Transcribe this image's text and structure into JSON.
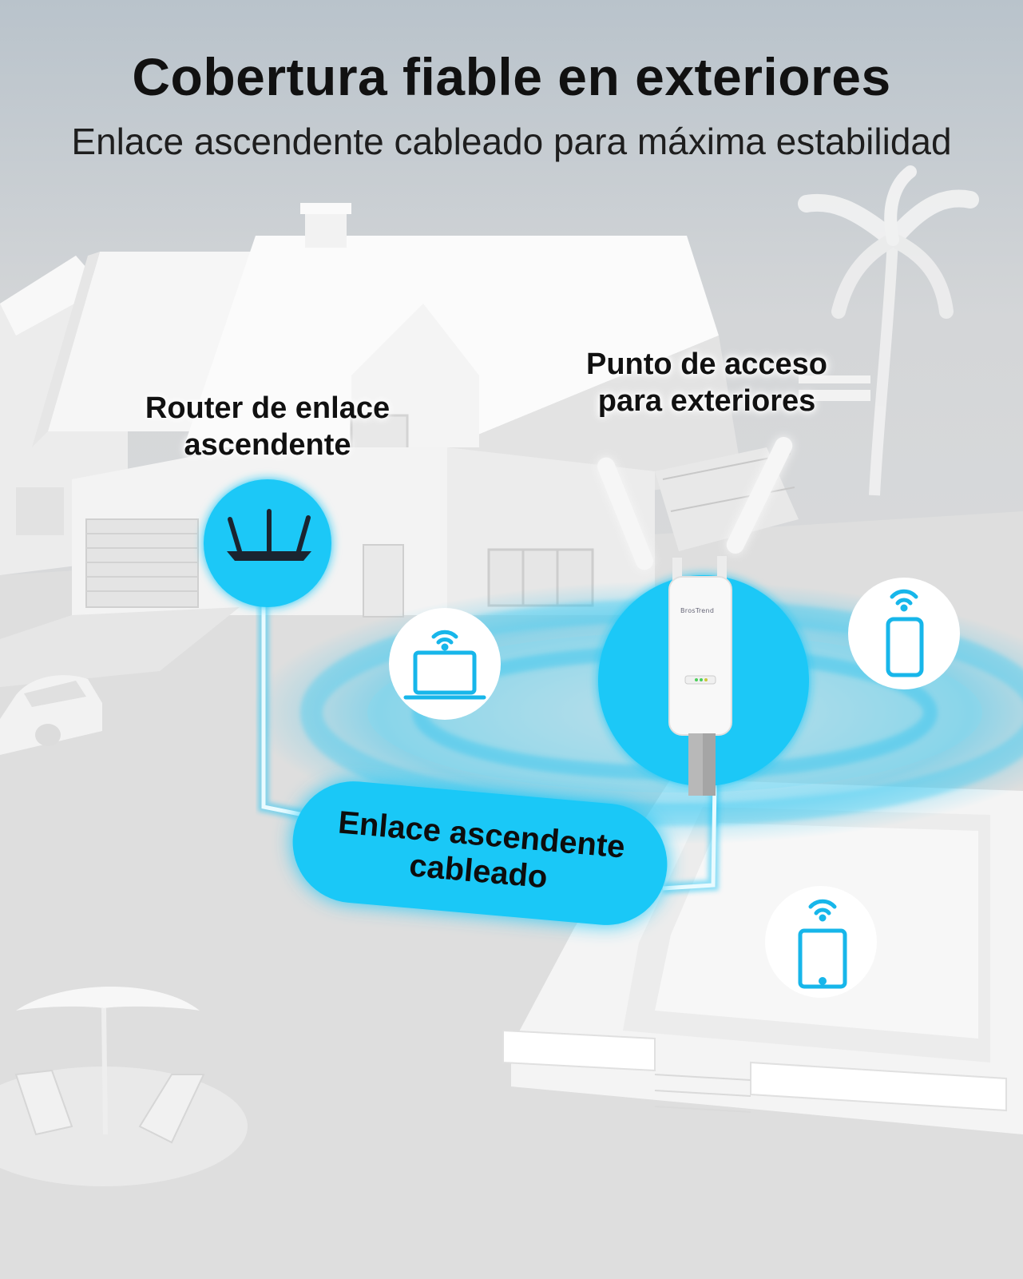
{
  "title": "Cobertura fiable en exteriores",
  "subtitle": "Enlace ascendente cableado para máxima estabilidad",
  "nodes": {
    "router": {
      "label_line1": "Router de enlace",
      "label_line2": "ascendente",
      "icon": "router-icon"
    },
    "access_point": {
      "label_line1": "Punto de acceso",
      "label_line2": "para exteriores",
      "brand": "BrosTrend",
      "icon": "access-point-icon"
    },
    "clients": [
      {
        "icon": "laptop-icon"
      },
      {
        "icon": "smartphone-icon"
      },
      {
        "icon": "tablet-icon"
      }
    ]
  },
  "link": {
    "label_line1": "Enlace ascendente",
    "label_line2": "cableado"
  },
  "colors": {
    "accent": "#1ac8f7",
    "cable": "#e9fbff",
    "icon_blue": "#17b6ea",
    "background": "#dcdcdc"
  }
}
